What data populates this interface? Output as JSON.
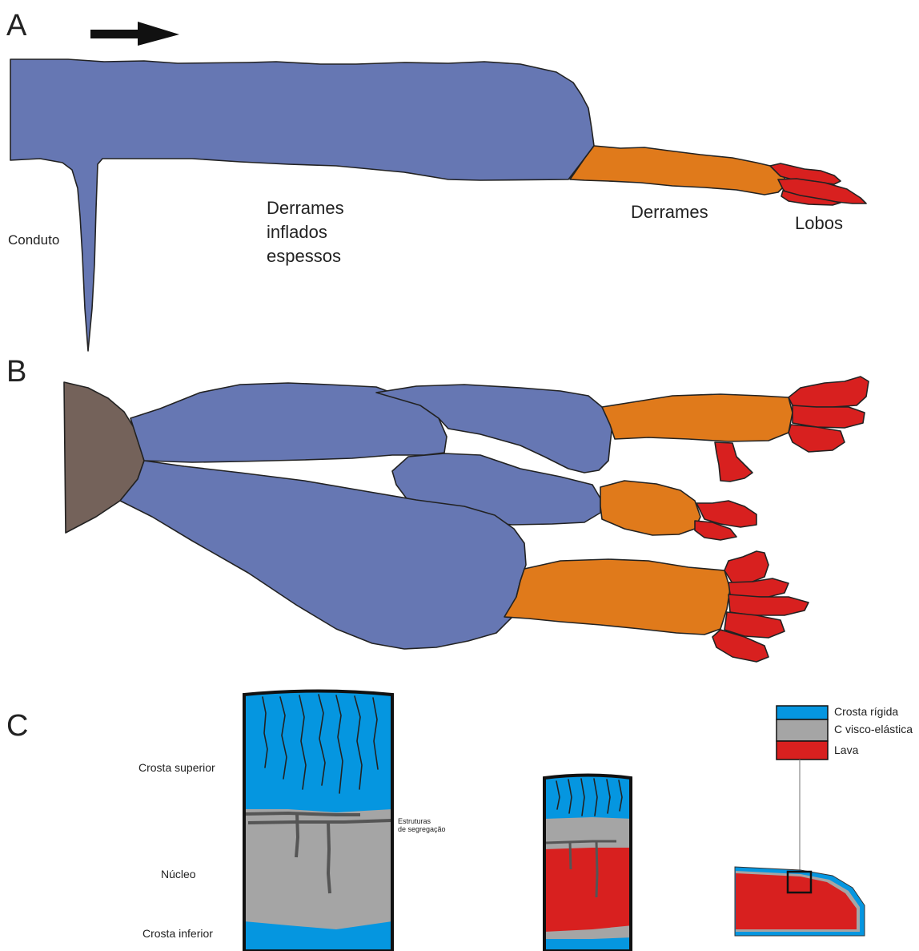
{
  "colors": {
    "inflated_flow": "#6677b3",
    "flow": "#e07a1b",
    "lobe": "#d8201f",
    "vent": "#74625a",
    "rigid_crust": "#0596e0",
    "viscoelastic_crust": "#a5a5a5",
    "lava": "#d8201f",
    "segregation": "#555555"
  },
  "panel_a": {
    "letter": "A",
    "conduit_label": "Conduto",
    "inflated_label_1": "Derrames",
    "inflated_label_2": "inflados",
    "inflated_label_3": "espessos",
    "flow_label": "Derrames",
    "lobe_label": "Lobos",
    "arrow_icon": "right-arrow-icon"
  },
  "panel_b": {
    "letter": "B"
  },
  "panel_c": {
    "letter": "C",
    "upper_crust_label": "Crosta superior",
    "core_label": "Núcleo",
    "lower_crust_label": "Crosta inferior",
    "segregation_label_1": "Estruturas",
    "segregation_label_2": "de segregação",
    "legend": [
      {
        "label": "Crosta rígida",
        "color": "#0596e0"
      },
      {
        "label": "C  visco-elástica",
        "color": "#a5a5a5"
      },
      {
        "label": "Lava",
        "color": "#d8201f"
      }
    ]
  }
}
